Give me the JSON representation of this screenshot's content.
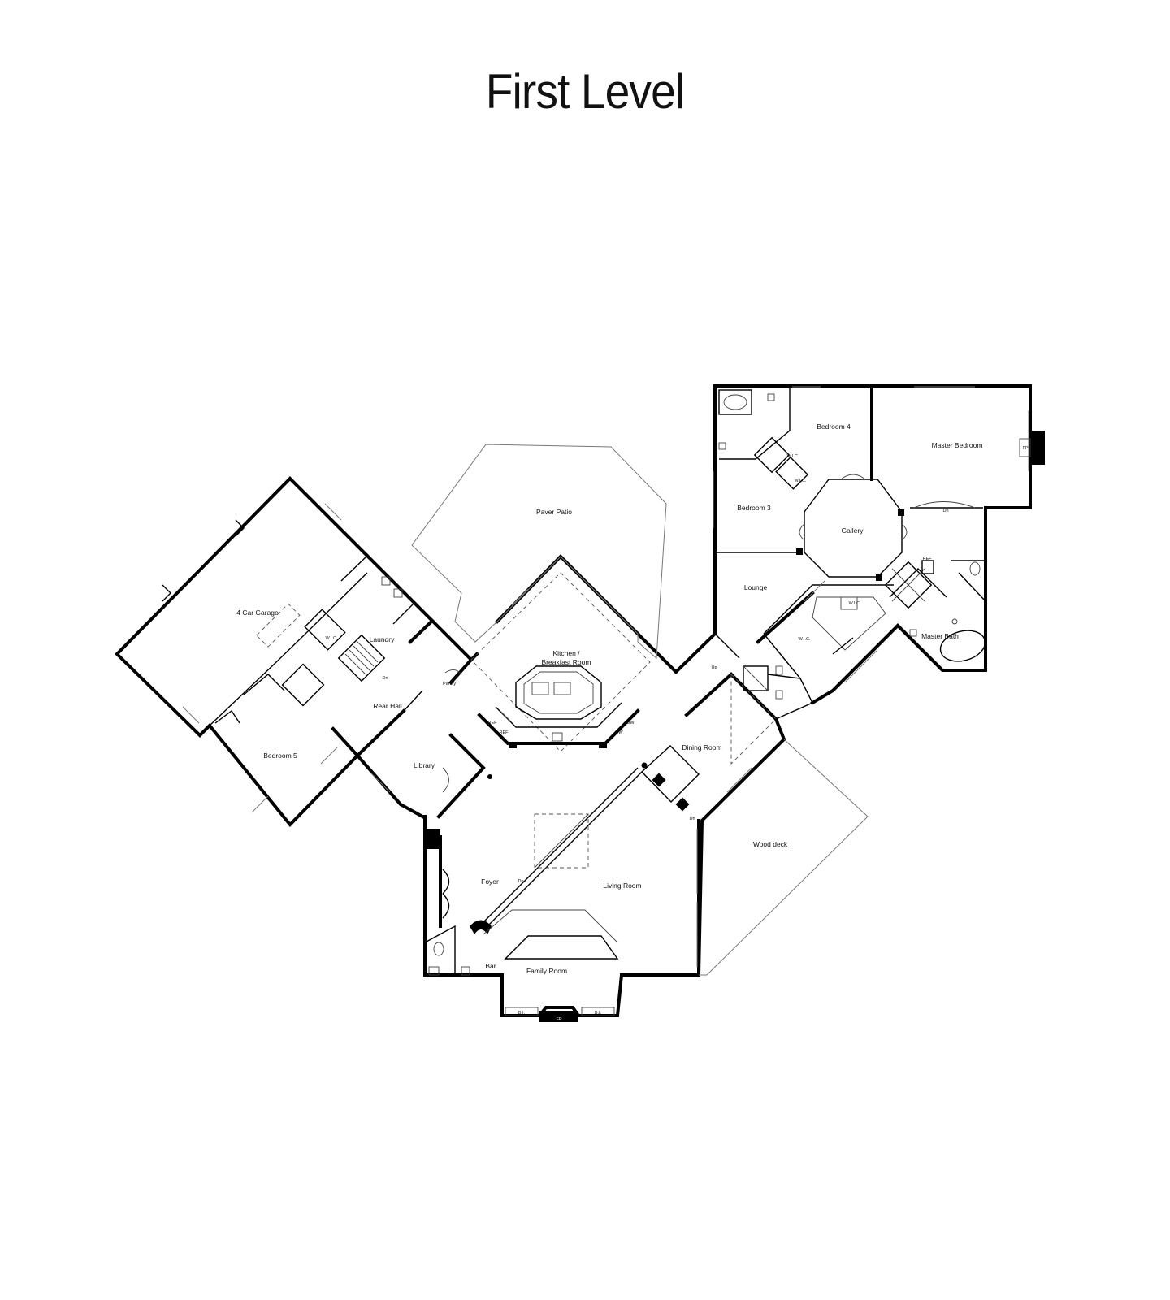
{
  "title": "First Level",
  "rooms": {
    "garage": "4 Car Garage",
    "laundry": "Laundry",
    "wic": "W.I.C.",
    "pantry": "Pantry",
    "rear_hall": "Rear Hall",
    "bedroom5": "Bedroom 5",
    "library": "Library",
    "paver_patio": "Paver Patio",
    "kitchen_line1": "Kitchen /",
    "kitchen_line2": "Breakfast Room",
    "dining": "Dining Room",
    "foyer": "Foyer",
    "living": "Living Room",
    "family": "Family Room",
    "bar": "Bar",
    "wood_deck": "Wood deck",
    "bedroom4": "Bedroom 4",
    "bedroom3": "Bedroom 3",
    "master_bedroom": "Master Bedroom",
    "gallery": "Gallery",
    "lounge": "Lounge",
    "master_bath": "Master Bath"
  },
  "fixtures": {
    "ref": "REF",
    "dw": "DW",
    "dn": "Dn",
    "up": "Up",
    "fp": "FP",
    "bi": "B.I."
  }
}
